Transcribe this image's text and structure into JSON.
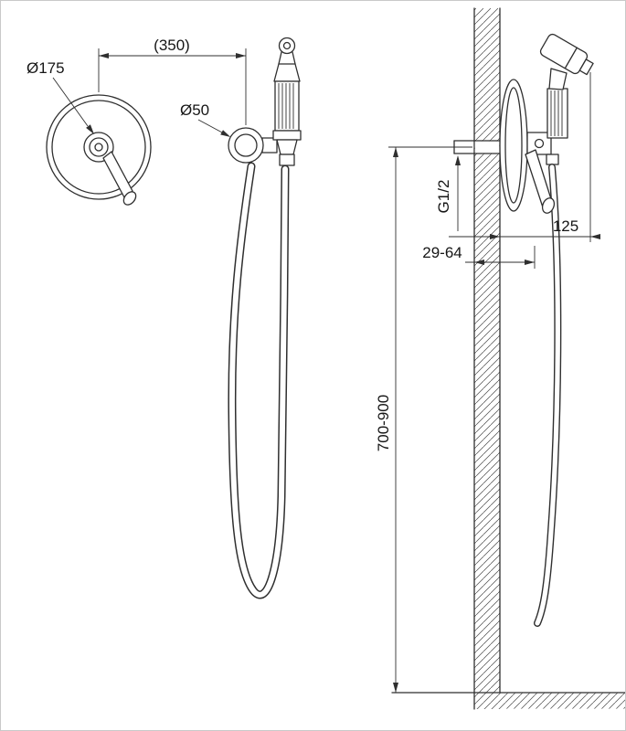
{
  "drawing": {
    "type": "installation-dimension-drawing",
    "subject": "wall-mounted hygienic hand shower with concealed mixer"
  },
  "dimensions": {
    "plate_diameter": "Ø175",
    "center_distance": "(350)",
    "holder_diameter": "Ø50",
    "connection_thread": "G1/2",
    "wall_offset": "125",
    "embed_depth": "29-64",
    "install_height": "700-900"
  },
  "colors": {
    "line": "#2f2f2f",
    "text": "#161616",
    "background": "#ffffff",
    "frame": "#c9c9c9"
  }
}
